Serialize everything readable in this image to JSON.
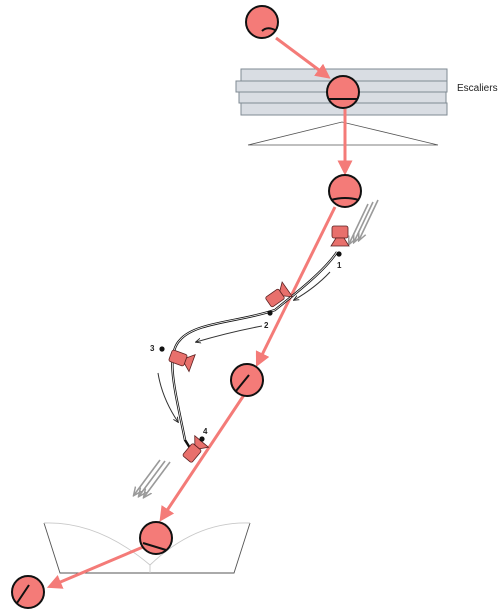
{
  "labels": {
    "stairs": "Escaliers",
    "cam1": "1",
    "cam2": "2",
    "cam3": "3",
    "cam4": "4"
  },
  "colors": {
    "ball": "#f47b78",
    "arrow": "#f47b78",
    "camera": "#e8706c",
    "stairs_fill": "#d9dde3",
    "stairs_stroke": "#7f8a93",
    "path": "#111111",
    "motion_arrow": "#333333",
    "ghost_arrow": "#a8a8a8",
    "ground": "#c8c8c8"
  }
}
